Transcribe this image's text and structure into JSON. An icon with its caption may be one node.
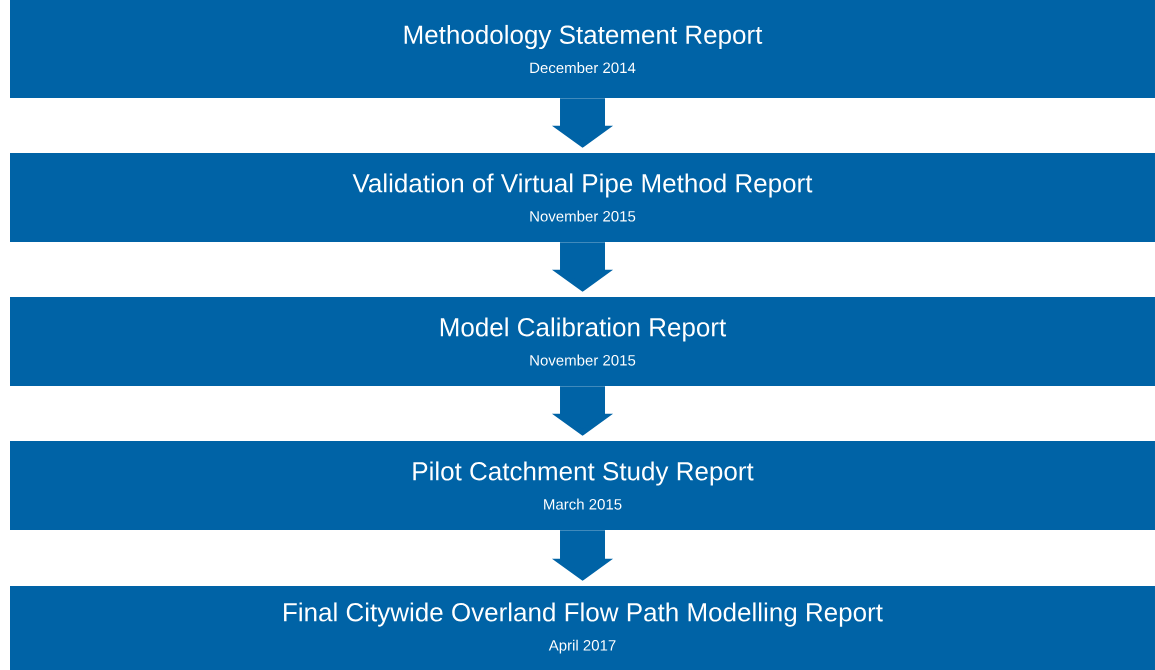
{
  "diagram": {
    "nodes": [
      {
        "text": [
          "Methodology Statement Report",
          "December 2014"
        ]
      },
      {
        "text": [
          "Validation of Virtual Pipe Method Report",
          "November 2015"
        ]
      },
      {
        "text": [
          "Model Calibration Report",
          "November 2015"
        ]
      },
      {
        "text": [
          "Pilot Catchment Study Report",
          "March 2015"
        ]
      },
      {
        "text": [
          "Final Citywide Overland Flow Path Modelling Report",
          "April 2017"
        ]
      }
    ],
    "edges": [
      {
        "from": 0,
        "to": 1,
        "arrow": "to"
      },
      {
        "from": 1,
        "to": 2,
        "arrow": "to"
      },
      {
        "from": 2,
        "to": 3,
        "arrow": "to"
      },
      {
        "from": 3,
        "to": 4,
        "arrow": "to"
      }
    ]
  }
}
